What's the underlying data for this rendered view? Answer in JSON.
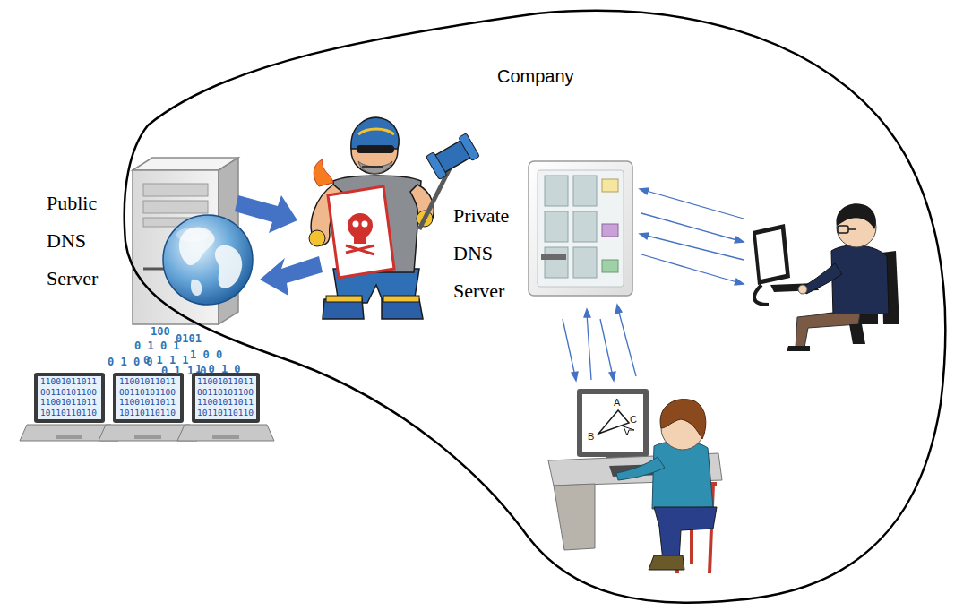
{
  "diagram": {
    "nodes": [
      {
        "text": [
          "Company"
        ]
      },
      {
        "text": [
          "Public DNS Server"
        ]
      },
      {
        "text": [
          "Private DNS Server"
        ],
        "in": 0
      }
    ],
    "labels": [
      "A",
      "B",
      "C",
      "11001011011",
      "00110101100",
      "11001011011",
      "10110110110",
      "11001011011",
      "00110101100",
      "11001011011",
      "10110110110",
      "11001011011",
      "00110101100",
      "11001011011",
      "10110110110",
      "100",
      "0 1 0 1",
      "0101",
      "0 1 0 0",
      "0 1 1 1",
      "1 0 0",
      "0 1 1 0",
      "1 0 1 0"
    ]
  }
}
